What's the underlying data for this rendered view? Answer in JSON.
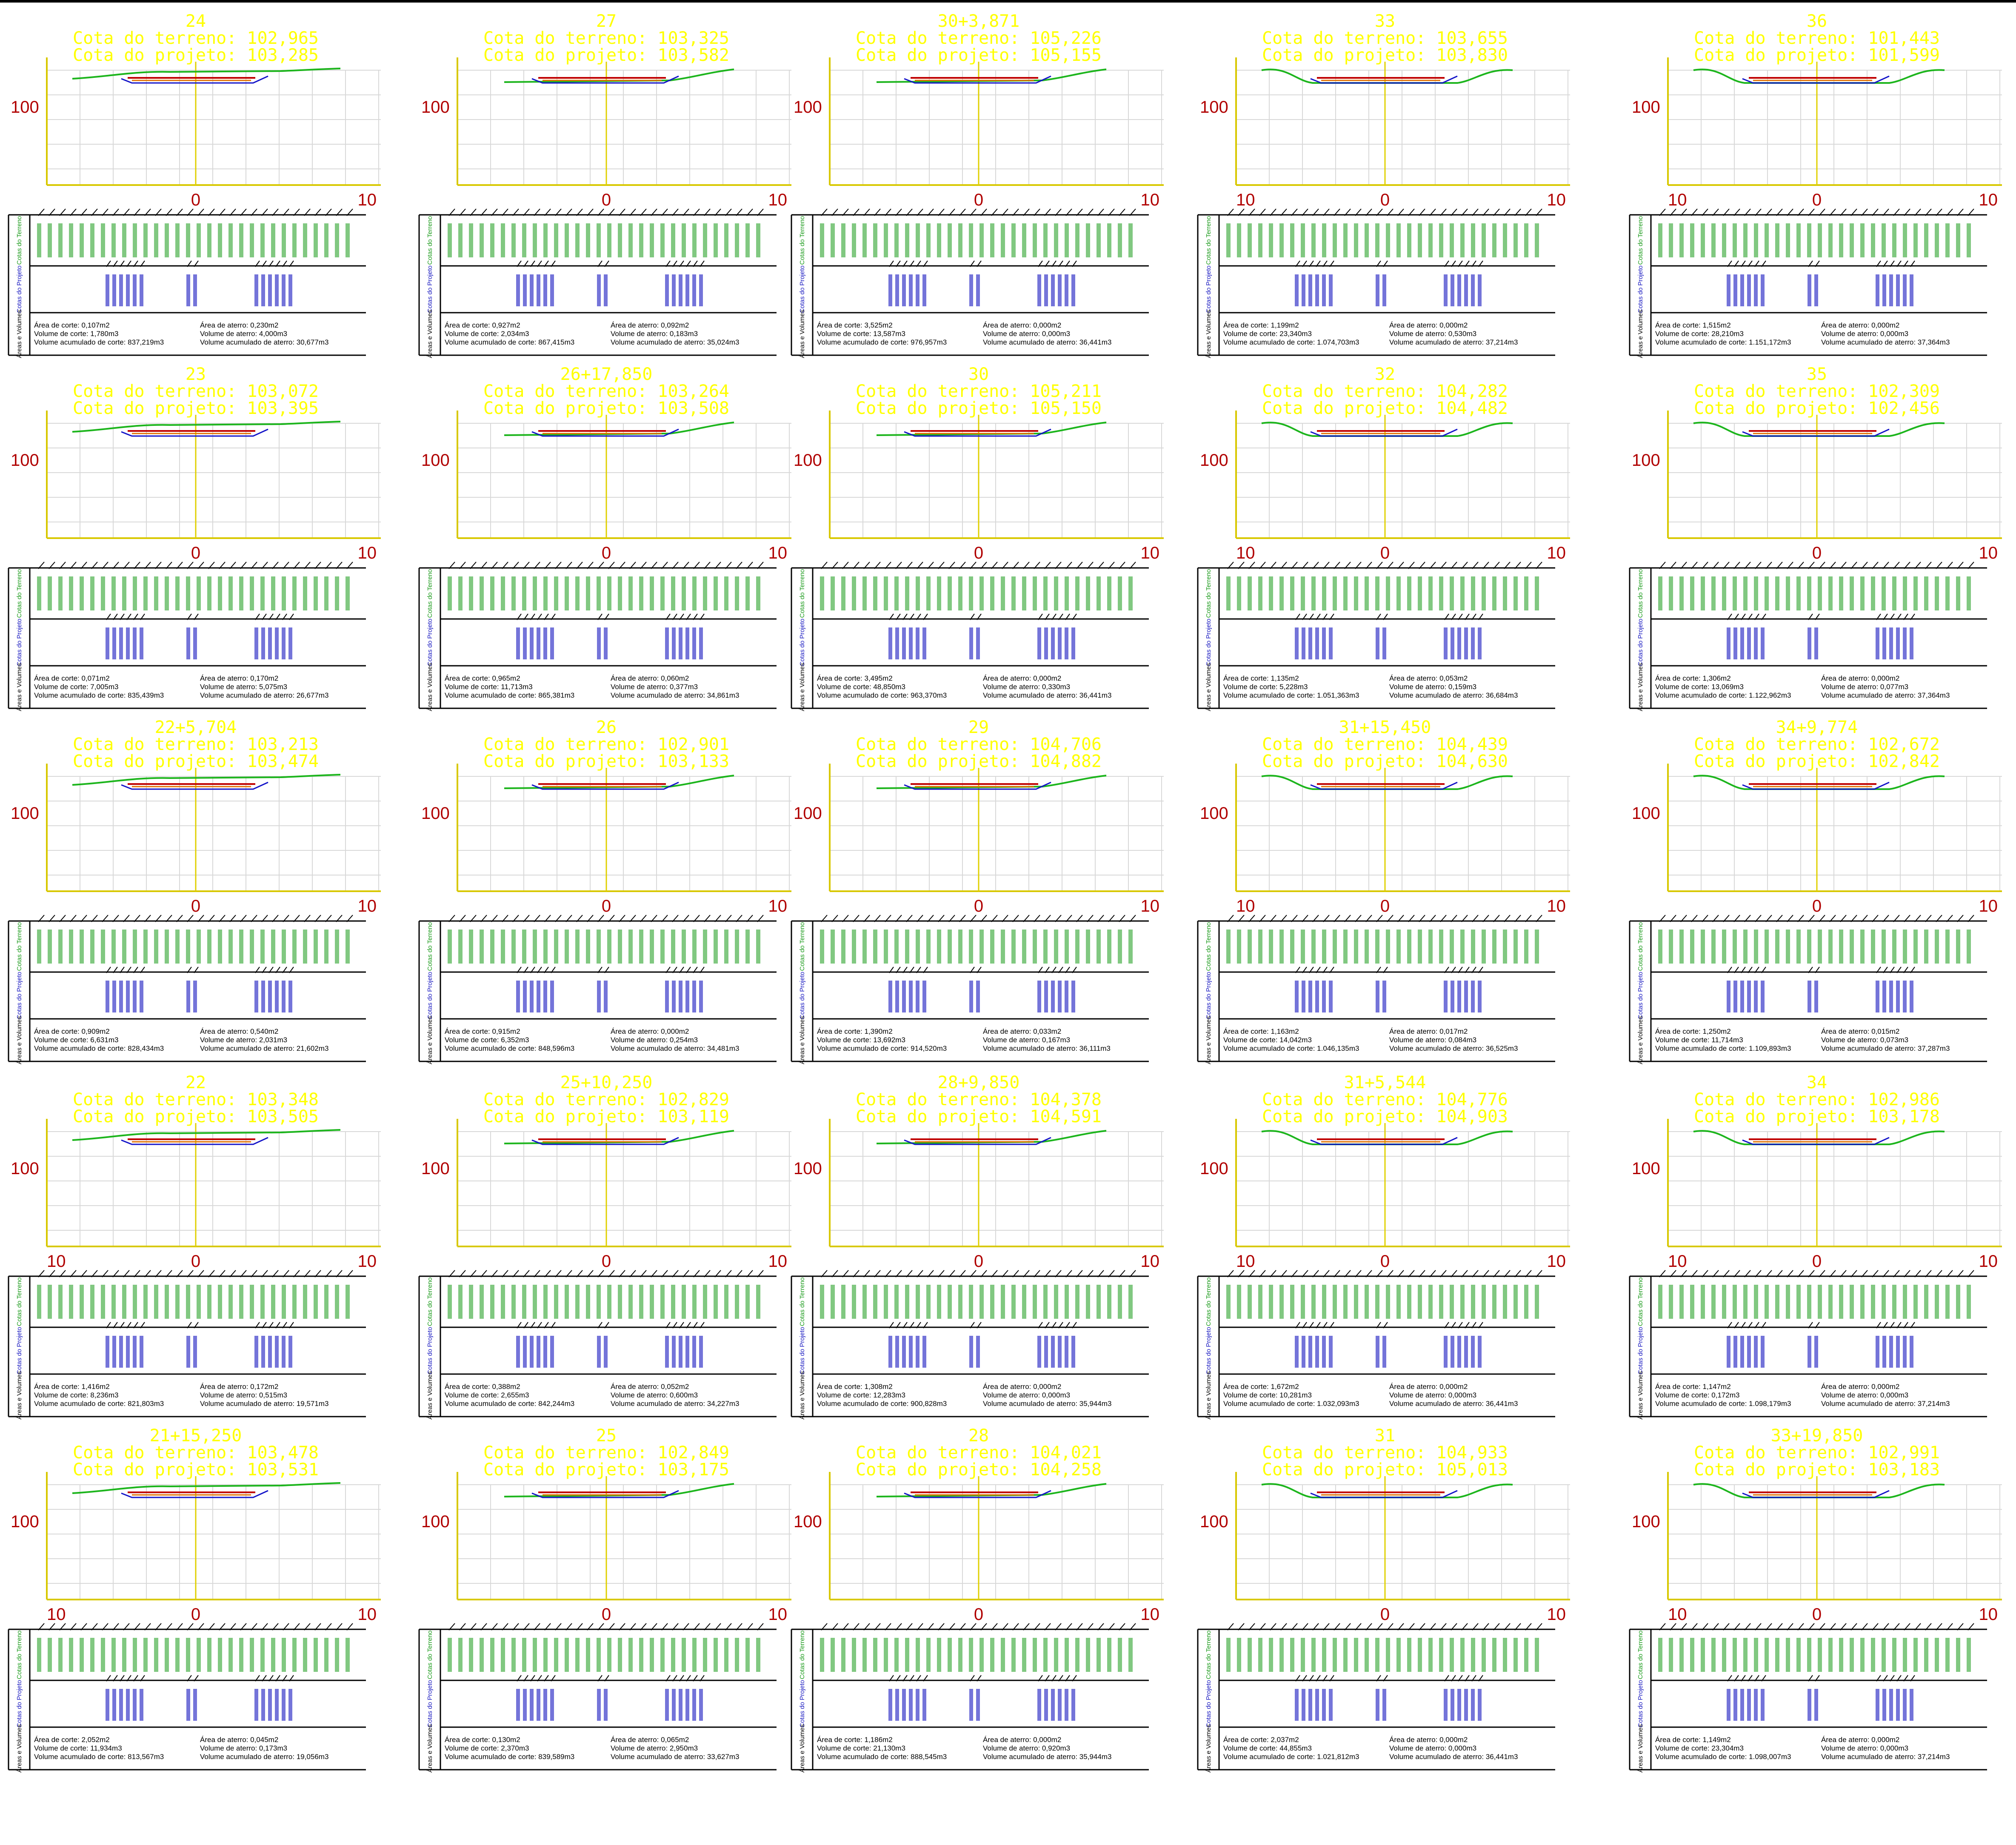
{
  "labels": {
    "terrain_prefix": "Cota do terreno: ",
    "project_prefix": "Cota do projeto: ",
    "row_terrain": "Cotas do Terreno",
    "row_project": "Cotas do Projeto",
    "row_areas": "Áreas e Volumes",
    "area_cut": "Área de corte: ",
    "area_fill": "Área de aterro: ",
    "vol_cut": "Volume de corte: ",
    "vol_fill": "Volume de aterro: ",
    "acc_cut": "Volume acumulado de corte: ",
    "acc_fill": "Volume acumulado de aterro: "
  },
  "axis": {
    "y_label": "100",
    "x_center": "0",
    "x_right": "10",
    "x_left": "10"
  },
  "colors": {
    "header": "#ffff00",
    "axis": "#d8c800",
    "center_line": "#e0d000",
    "grid": "#d8d8d8",
    "terrain": "#1db51d",
    "project_top": "#c00000",
    "project_base": "#1414c8",
    "layer": "#e07000",
    "table_terrain": "#1a9a1a",
    "table_project": "#1818c0",
    "border": "#000000",
    "axis_text": "#b00000"
  },
  "sections": [
    {
      "name": "24",
      "terrain": "102,965",
      "project": "103,285",
      "area_cut": "0,107m2",
      "area_fill": "0,230m2",
      "vol_cut": "1,780m3",
      "vol_fill": "4,000m3",
      "acc_cut": "837,219m3",
      "acc_fill": "30,677m3",
      "left_label": false,
      "terrain_profile": "flat"
    },
    {
      "name": "27",
      "terrain": "103,325",
      "project": "103,582",
      "area_cut": "0,927m2",
      "area_fill": "0,092m2",
      "vol_cut": "2,034m3",
      "vol_fill": "0,183m3",
      "acc_cut": "867,415m3",
      "acc_fill": "35,024m3",
      "left_label": false,
      "terrain_profile": "rise"
    },
    {
      "name": "30+3,871",
      "terrain": "105,226",
      "project": "105,155",
      "area_cut": "3,525m2",
      "area_fill": "0,000m2",
      "vol_cut": "13,587m3",
      "vol_fill": "0,000m3",
      "acc_cut": "976,957m3",
      "acc_fill": "36,441m3",
      "left_label": false,
      "terrain_profile": "rise"
    },
    {
      "name": "33",
      "terrain": "103,655",
      "project": "103,830",
      "area_cut": "1,199m2",
      "area_fill": "0,000m2",
      "vol_cut": "23,340m3",
      "vol_fill": "0,530m3",
      "acc_cut": "1.074,703m3",
      "acc_fill": "37,214m3",
      "left_label": true,
      "terrain_profile": "valley"
    },
    {
      "name": "36",
      "terrain": "101,443",
      "project": "101,599",
      "area_cut": "1,515m2",
      "area_fill": "0,000m2",
      "vol_cut": "28,210m3",
      "vol_fill": "0,000m3",
      "acc_cut": "1.151,172m3",
      "acc_fill": "37,364m3",
      "left_label": true,
      "terrain_profile": "valley"
    },
    {
      "name": "23",
      "terrain": "103,072",
      "project": "103,395",
      "area_cut": "0,071m2",
      "area_fill": "0,170m2",
      "vol_cut": "7,005m3",
      "vol_fill": "5,075m3",
      "acc_cut": "835,439m3",
      "acc_fill": "26,677m3",
      "left_label": false,
      "terrain_profile": "flat"
    },
    {
      "name": "26+17,850",
      "terrain": "103,264",
      "project": "103,508",
      "area_cut": "0,965m2",
      "area_fill": "0,060m2",
      "vol_cut": "11,713m3",
      "vol_fill": "0,377m3",
      "acc_cut": "865,381m3",
      "acc_fill": "34,861m3",
      "left_label": false,
      "terrain_profile": "rise"
    },
    {
      "name": "30",
      "terrain": "105,211",
      "project": "105,150",
      "area_cut": "3,495m2",
      "area_fill": "0,000m2",
      "vol_cut": "48,850m3",
      "vol_fill": "0,330m3",
      "acc_cut": "963,370m3",
      "acc_fill": "36,441m3",
      "left_label": false,
      "terrain_profile": "rise"
    },
    {
      "name": "32",
      "terrain": "104,282",
      "project": "104,482",
      "area_cut": "1,135m2",
      "area_fill": "0,053m2",
      "vol_cut": "5,228m3",
      "vol_fill": "0,159m3",
      "acc_cut": "1.051,363m3",
      "acc_fill": "36,684m3",
      "left_label": true,
      "terrain_profile": "valley"
    },
    {
      "name": "35",
      "terrain": "102,309",
      "project": "102,456",
      "area_cut": "1,306m2",
      "area_fill": "0,000m2",
      "vol_cut": "13,069m3",
      "vol_fill": "0,077m3",
      "acc_cut": "1.122,962m3",
      "acc_fill": "37,364m3",
      "left_label": false,
      "terrain_profile": "valley"
    },
    {
      "name": "22+5,704",
      "terrain": "103,213",
      "project": "103,474",
      "area_cut": "0,909m2",
      "area_fill": "0,540m2",
      "vol_cut": "6,631m3",
      "vol_fill": "2,031m3",
      "acc_cut": "828,434m3",
      "acc_fill": "21,602m3",
      "left_label": false,
      "terrain_profile": "flat"
    },
    {
      "name": "26",
      "terrain": "102,901",
      "project": "103,133",
      "area_cut": "0,915m2",
      "area_fill": "0,000m2",
      "vol_cut": "6,352m3",
      "vol_fill": "0,254m3",
      "acc_cut": "848,596m3",
      "acc_fill": "34,481m3",
      "left_label": false,
      "terrain_profile": "rise"
    },
    {
      "name": "29",
      "terrain": "104,706",
      "project": "104,882",
      "area_cut": "1,390m2",
      "area_fill": "0,033m2",
      "vol_cut": "13,692m3",
      "vol_fill": "0,167m3",
      "acc_cut": "914,520m3",
      "acc_fill": "36,111m3",
      "left_label": false,
      "terrain_profile": "rise"
    },
    {
      "name": "31+15,450",
      "terrain": "104,439",
      "project": "104,630",
      "area_cut": "1,163m2",
      "area_fill": "0,017m2",
      "vol_cut": "14,042m3",
      "vol_fill": "0,084m3",
      "acc_cut": "1.046,135m3",
      "acc_fill": "36,525m3",
      "left_label": true,
      "terrain_profile": "valley"
    },
    {
      "name": "34+9,774",
      "terrain": "102,672",
      "project": "102,842",
      "area_cut": "1,250m2",
      "area_fill": "0,015m2",
      "vol_cut": "11,714m3",
      "vol_fill": "0,073m3",
      "acc_cut": "1.109,893m3",
      "acc_fill": "37,287m3",
      "left_label": false,
      "terrain_profile": "valley"
    },
    {
      "name": "22",
      "terrain": "103,348",
      "project": "103,505",
      "area_cut": "1,416m2",
      "area_fill": "0,172m2",
      "vol_cut": "8,236m3",
      "vol_fill": "0,515m3",
      "acc_cut": "821,803m3",
      "acc_fill": "19,571m3",
      "left_label": true,
      "terrain_profile": "flat"
    },
    {
      "name": "25+10,250",
      "terrain": "102,829",
      "project": "103,119",
      "area_cut": "0,388m2",
      "area_fill": "0,052m2",
      "vol_cut": "2,655m3",
      "vol_fill": "0,600m3",
      "acc_cut": "842,244m3",
      "acc_fill": "34,227m3",
      "left_label": false,
      "terrain_profile": "rise"
    },
    {
      "name": "28+9,850",
      "terrain": "104,378",
      "project": "104,591",
      "area_cut": "1,308m2",
      "area_fill": "0,000m2",
      "vol_cut": "12,283m3",
      "vol_fill": "0,000m3",
      "acc_cut": "900,828m3",
      "acc_fill": "35,944m3",
      "left_label": false,
      "terrain_profile": "rise"
    },
    {
      "name": "31+5,544",
      "terrain": "104,776",
      "project": "104,903",
      "area_cut": "1,672m2",
      "area_fill": "0,000m2",
      "vol_cut": "10,281m3",
      "vol_fill": "0,000m3",
      "acc_cut": "1.032,093m3",
      "acc_fill": "36,441m3",
      "left_label": true,
      "terrain_profile": "valley"
    },
    {
      "name": "34",
      "terrain": "102,986",
      "project": "103,178",
      "area_cut": "1,147m2",
      "area_fill": "0,000m2",
      "vol_cut": "0,172m3",
      "vol_fill": "0,000m3",
      "acc_cut": "1.098,179m3",
      "acc_fill": "37,214m3",
      "left_label": true,
      "terrain_profile": "valley"
    },
    {
      "name": "21+15,250",
      "terrain": "103,478",
      "project": "103,531",
      "area_cut": "2,052m2",
      "area_fill": "0,045m2",
      "vol_cut": "11,934m3",
      "vol_fill": "0,173m3",
      "acc_cut": "813,567m3",
      "acc_fill": "19,056m3",
      "left_label": true,
      "terrain_profile": "flat"
    },
    {
      "name": "25",
      "terrain": "102,849",
      "project": "103,175",
      "area_cut": "0,130m2",
      "area_fill": "0,065m2",
      "vol_cut": "2,370m3",
      "vol_fill": "2,950m3",
      "acc_cut": "839,589m3",
      "acc_fill": "33,627m3",
      "left_label": false,
      "terrain_profile": "rise"
    },
    {
      "name": "28",
      "terrain": "104,021",
      "project": "104,258",
      "area_cut": "1,186m2",
      "area_fill": "0,000m2",
      "vol_cut": "21,130m3",
      "vol_fill": "0,920m3",
      "acc_cut": "888,545m3",
      "acc_fill": "35,944m3",
      "left_label": false,
      "terrain_profile": "rise"
    },
    {
      "name": "31",
      "terrain": "104,933",
      "project": "105,013",
      "area_cut": "2,037m2",
      "area_fill": "0,000m2",
      "vol_cut": "44,855m3",
      "vol_fill": "0,000m3",
      "acc_cut": "1.021,812m3",
      "acc_fill": "36,441m3",
      "left_label": false,
      "terrain_profile": "valley"
    },
    {
      "name": "33+19,850",
      "terrain": "102,991",
      "project": "103,183",
      "area_cut": "1,149m2",
      "area_fill": "0,000m2",
      "vol_cut": "23,304m3",
      "vol_fill": "0,000m3",
      "acc_cut": "1.098,007m3",
      "acc_fill": "37,214m3",
      "left_label": true,
      "terrain_profile": "valley"
    }
  ]
}
